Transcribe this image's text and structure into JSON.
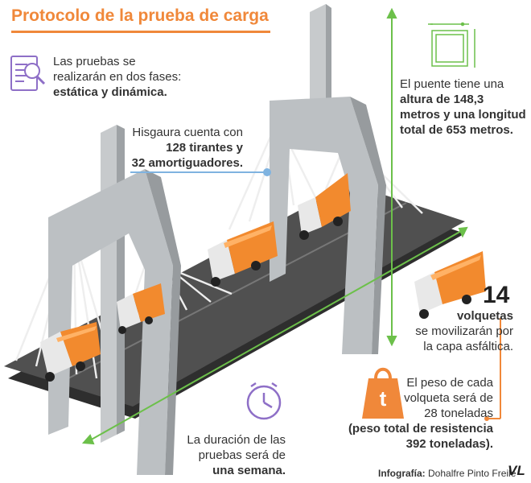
{
  "title": "Protocolo de la prueba de carga",
  "phases": {
    "line1": "Las pruebas se",
    "line2": "realizarán en dos fases:",
    "line3": "estática y dinámica."
  },
  "cables": {
    "line1": "Hisgaura cuenta con",
    "line2": "128 tirantes y",
    "line3": "32 amortiguadores."
  },
  "dimensions": {
    "line1": "El puente tiene una",
    "line2": "altura de 148,3",
    "line3": "metros y una longitud",
    "line4": "total de 653 metros."
  },
  "trucks": {
    "count": "14",
    "line1": "volquetas",
    "line2": "se movilizarán por",
    "line3": "la capa asfáltica."
  },
  "weight": {
    "icon_letter": "t",
    "line1": "El peso de cada",
    "line2": "volqueta será de",
    "line3": "28 toneladas",
    "line4": "(peso total de resistencia",
    "line5": "392 toneladas)."
  },
  "duration": {
    "line1": "La duración de las",
    "line2": "pruebas será de",
    "line3": "una semana."
  },
  "credit": {
    "label": "Infografía:",
    "author": "Dohalfre Pinto Freile",
    "logo": "VL"
  },
  "colors": {
    "accent": "#f0883a",
    "cable_blue": "#7fb3e0",
    "deck": "#4a4a4a",
    "pylon": "#b8bcbf",
    "green": "#6cc04a",
    "purple": "#8e6fc7"
  },
  "icons": [
    "document-search-icon",
    "blueprint-icon",
    "weight-icon",
    "clock-icon",
    "dump-truck-icon"
  ]
}
